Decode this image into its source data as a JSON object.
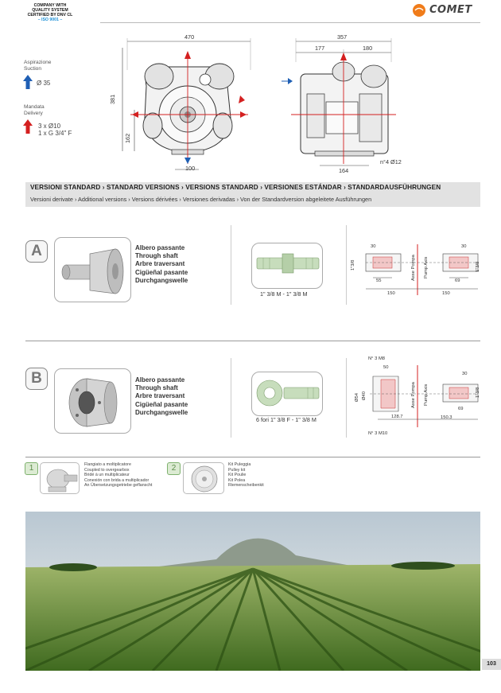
{
  "header": {
    "cert_lines": [
      "COMPANY WITH",
      "QUALITY SYSTEM",
      "CERTIFIED BY DNV CL"
    ],
    "iso": "– ISO 9001 –",
    "brand": "COMET",
    "brand_color": "#f07c1a"
  },
  "legend": {
    "suction": {
      "label_it": "Aspirazione",
      "label_en": "Suction",
      "value": "Ø 35",
      "color": "#1f5fb4",
      "icon": "arrow-up-icon"
    },
    "delivery": {
      "label_it": "Mandata",
      "label_en": "Delivery",
      "values": [
        "3 x Ø10",
        "1 x G 3/4\" F"
      ],
      "color": "#d42020",
      "icon": "arrow-up-icon"
    }
  },
  "front_view": {
    "width": "470",
    "height": "381",
    "axis_height": "162",
    "base_width": "100"
  },
  "side_view": {
    "width": "357",
    "left": "177",
    "right": "180",
    "base": "164",
    "holes": "n°4 Ø12"
  },
  "versions": {
    "title": "VERSIONI STANDARD › STANDARD VERSIONS › VERSIONS STANDARD › VERSIONES ESTÁNDAR › STANDARDAUSFÜHRUNGEN",
    "subtitle": "Versioni derivate › Additional versions › Versions dérivées › Versiones derivadas › Von der Standardversion abgeleitete Ausführungen"
  },
  "version_a": {
    "letter": "A",
    "desc": [
      "Albero passante",
      "Through shaft",
      "Arbre traversant",
      "Cigüeñal pasante",
      "Durchgangswelle"
    ],
    "shaft_caption": "1\" 3/8 M - 1\" 3/8 M",
    "drawing": {
      "left_top": "30",
      "left_mid": "55",
      "left_bottom": "150",
      "left_side": "1\"3/8",
      "axis_it": "Asse Pompa",
      "axis_en": "Pump Axis",
      "right_top": "30",
      "right_mid": "69",
      "right_bottom": "150",
      "right_side": "1\"3/8"
    }
  },
  "version_b": {
    "letter": "B",
    "desc": [
      "Albero passante",
      "Through shaft",
      "Arbre traversant",
      "Cigüeñal pasante",
      "Durchgangswelle"
    ],
    "shaft_caption": "6 fori 1\" 3/8 F - 1\" 3/8 M",
    "drawing": {
      "n3m8": "N° 3 M8",
      "top50": "50",
      "d54": "Ø54",
      "d40": "Ø40",
      "bottom_left": "128.7",
      "n3m10": "N° 3 M10",
      "axis_it": "Asse Pompa",
      "axis_en": "Pump Axis",
      "right_top": "30",
      "right_mid": "69",
      "right_bottom": "150.3",
      "right_side": "1\"3/8"
    }
  },
  "accessories": [
    {
      "num": "1",
      "lines": [
        "Flangiato a moltiplicatore",
        "Coupled to overgearbox",
        "Bridé à un multiplicateur",
        "Conexión con brida a multiplicador",
        "An Übersetzungsgetriebe geflanscht"
      ]
    },
    {
      "num": "2",
      "lines": [
        "Kit Puleggia",
        "Pulley kit",
        "Kit Poulie",
        "Kit Polea",
        "Riemenscheibenkit"
      ]
    }
  ],
  "page_number": "103"
}
